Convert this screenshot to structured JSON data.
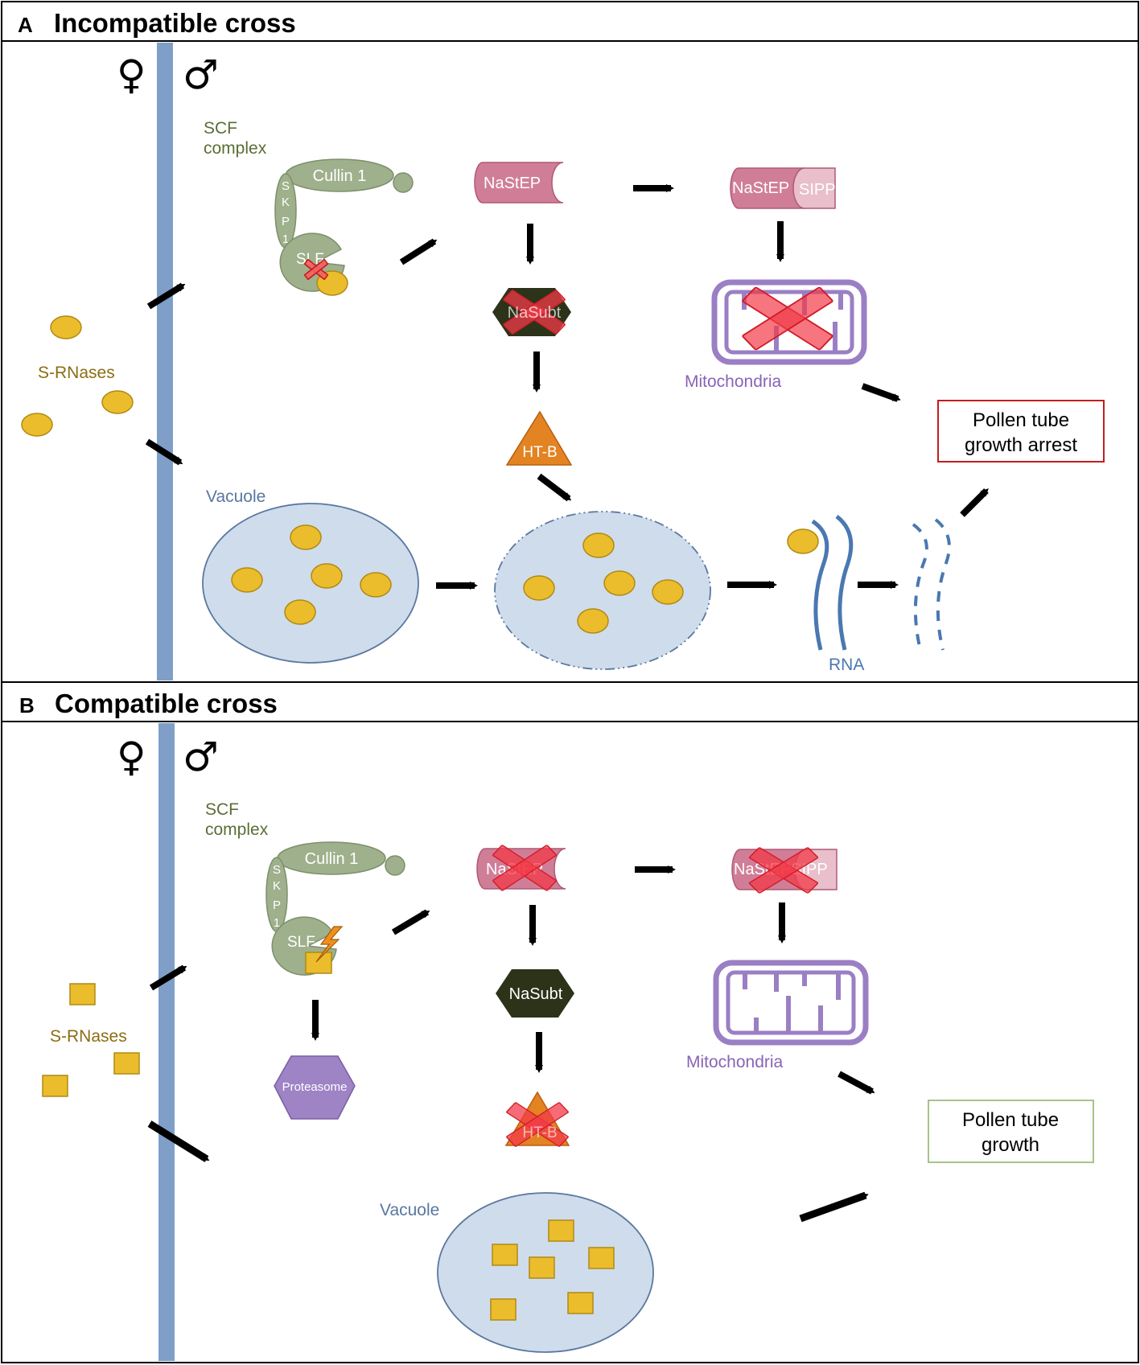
{
  "panels": {
    "a": {
      "letter": "A",
      "title": "Incompatible cross",
      "female_symbol": "♀",
      "male_symbol": "♂",
      "scf_line1": "SCF",
      "scf_line2": "complex",
      "cullin": "Cullin 1",
      "skp": [
        "S",
        "K",
        "P",
        "1"
      ],
      "slf": "SLF",
      "nastep": "NaStEP",
      "nastep_sipp_left": "NaStEP",
      "sipp": "SIPP",
      "nasubt": "NaSubt",
      "htb": "HT-B",
      "mitochondria": "Mitochondria",
      "srnases": "S-RNases",
      "vacuole": "Vacuole",
      "rna": "RNA",
      "result_line1": "Pollen tube",
      "result_line2": "growth arrest"
    },
    "b": {
      "letter": "B",
      "title": "Compatible cross",
      "female_symbol": "♀",
      "male_symbol": "♂",
      "scf_line1": "SCF",
      "scf_line2": "complex",
      "cullin": "Cullin 1",
      "skp": [
        "S",
        "K",
        "P",
        "1"
      ],
      "slf": "SLF",
      "proteasome": "Proteasome",
      "nastep": "NaStEP",
      "nastep_sipp": "NaStEPSIPP",
      "nasubt": "NaSubt",
      "htb": "HT-B",
      "mitochondria": "Mitochondria",
      "srnases": "S-RNases",
      "vacuole": "Vacuole",
      "result_line1": "Pollen tube",
      "result_line2": "growth"
    }
  },
  "colors": {
    "style_line": "#7f9fc8",
    "srnase": "#ebbd2c",
    "scf_green": "#9fb08c",
    "nastep": "#d07e98",
    "sipp": "#e8bfcb",
    "nasubt": "#2c3319",
    "htb": "#e38322",
    "mitochondria": "#9b7fc4",
    "vacuole": "#cfdcec",
    "proteasome": "#9e83c5",
    "red_cross": "#f23a48",
    "arrest_border": "#c41e1e",
    "growth_border": "#a9c28a"
  }
}
